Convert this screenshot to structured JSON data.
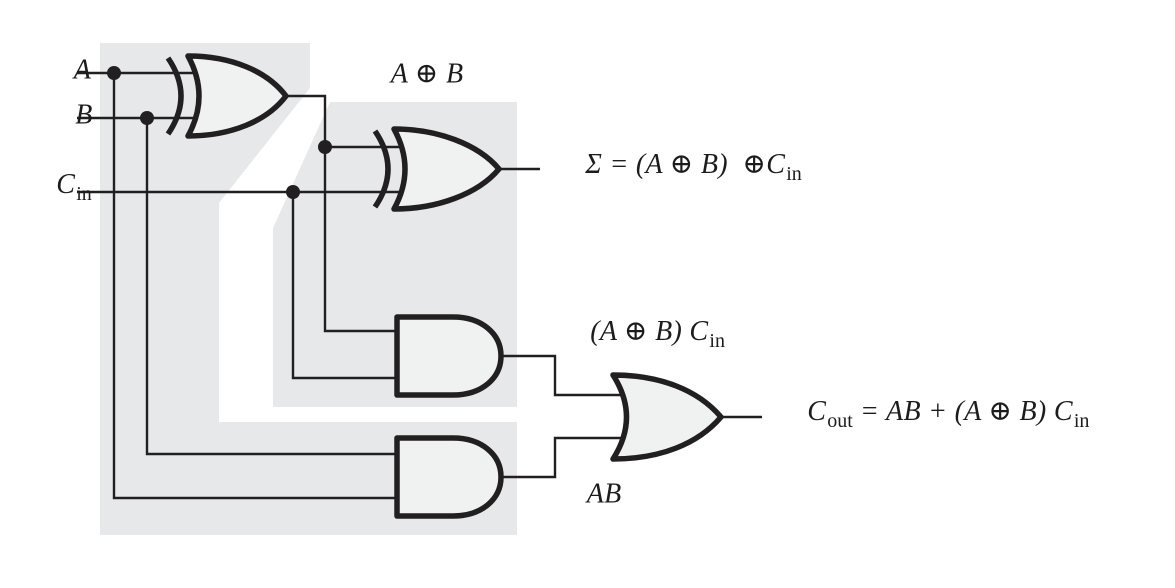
{
  "colors": {
    "shade": "#e7e8ea",
    "gate_fill": "#f0f1f1",
    "line": "#221f20",
    "background": "#ffffff"
  },
  "labels": {
    "input_a": "A",
    "input_b": "B",
    "cin_main": "C",
    "cin_sub": "in",
    "xor_ab": "A ⊕ B",
    "sum_main": "Σ = (A ⊕ B)  ⊕C",
    "sum_sub": "in",
    "and_cin_main": "(A ⊕ B) C",
    "and_cin_sub": "in",
    "and_ab": "AB",
    "cout_c": "C",
    "cout_sub1": "out",
    "cout_mid": " = AB + (A ⊕ B) C",
    "cout_sub2": "in"
  }
}
